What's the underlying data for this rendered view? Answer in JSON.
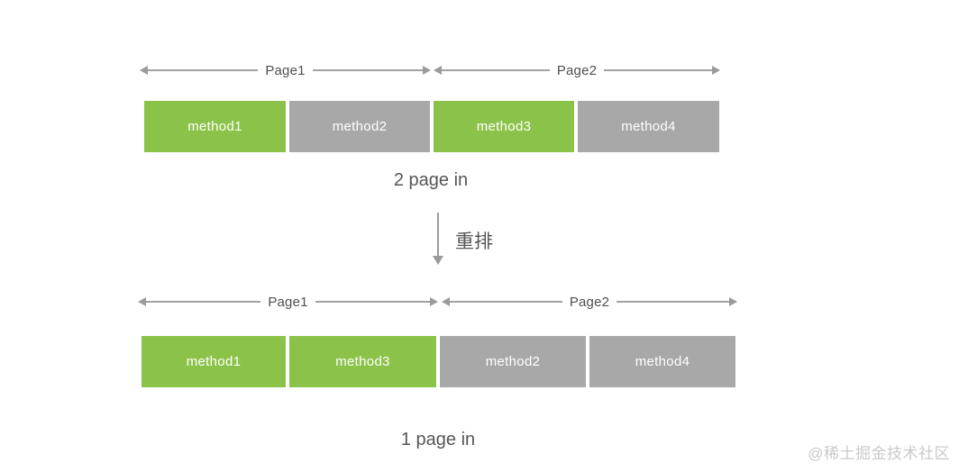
{
  "colors": {
    "green": "#8bc34a",
    "gray": "#a8a8a8",
    "arrow": "#9b9b9b",
    "caption_text": "#565656",
    "block_text": "#ffffff",
    "watermark_text": "#c9c9c9"
  },
  "before": {
    "pages": [
      {
        "label": "Page1"
      },
      {
        "label": "Page2"
      }
    ],
    "blocks": [
      {
        "label": "method1",
        "color": "green"
      },
      {
        "label": "method2",
        "color": "gray"
      },
      {
        "label": "method3",
        "color": "green"
      },
      {
        "label": "method4",
        "color": "gray"
      }
    ],
    "caption": "2 page in"
  },
  "transform": {
    "label": "重排"
  },
  "after": {
    "pages": [
      {
        "label": "Page1"
      },
      {
        "label": "Page2"
      }
    ],
    "blocks": [
      {
        "label": "method1",
        "color": "green"
      },
      {
        "label": "method3",
        "color": "green"
      },
      {
        "label": "method2",
        "color": "gray"
      },
      {
        "label": "method4",
        "color": "gray"
      }
    ],
    "caption": "1 page in"
  },
  "watermark": "@稀土掘金技术社区"
}
